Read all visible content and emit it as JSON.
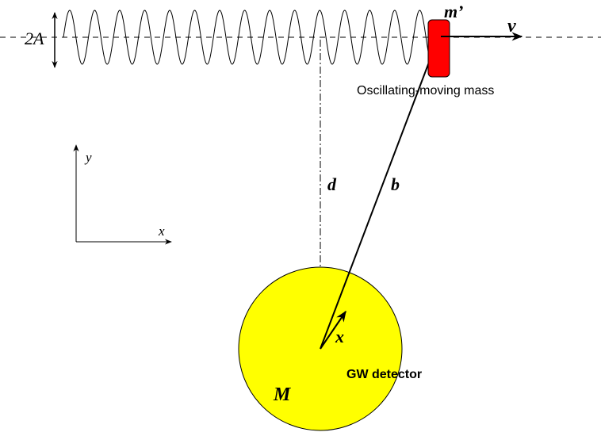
{
  "labels": {
    "amplitude": "2A",
    "moving_mass": "m’",
    "velocity": "v",
    "mass_caption": "Oscillating-moving mass",
    "axis_y": "y",
    "axis_x": "x",
    "distance_d": "d",
    "distance_b": "b",
    "detector_mass": "M",
    "detector_vector": "x",
    "detector_caption": "GW detector"
  },
  "colors": {
    "detector_fill": "#ffff00",
    "mass_fill": "#ff0000",
    "line": "#000000"
  },
  "wave": {
    "cycles": 15
  }
}
